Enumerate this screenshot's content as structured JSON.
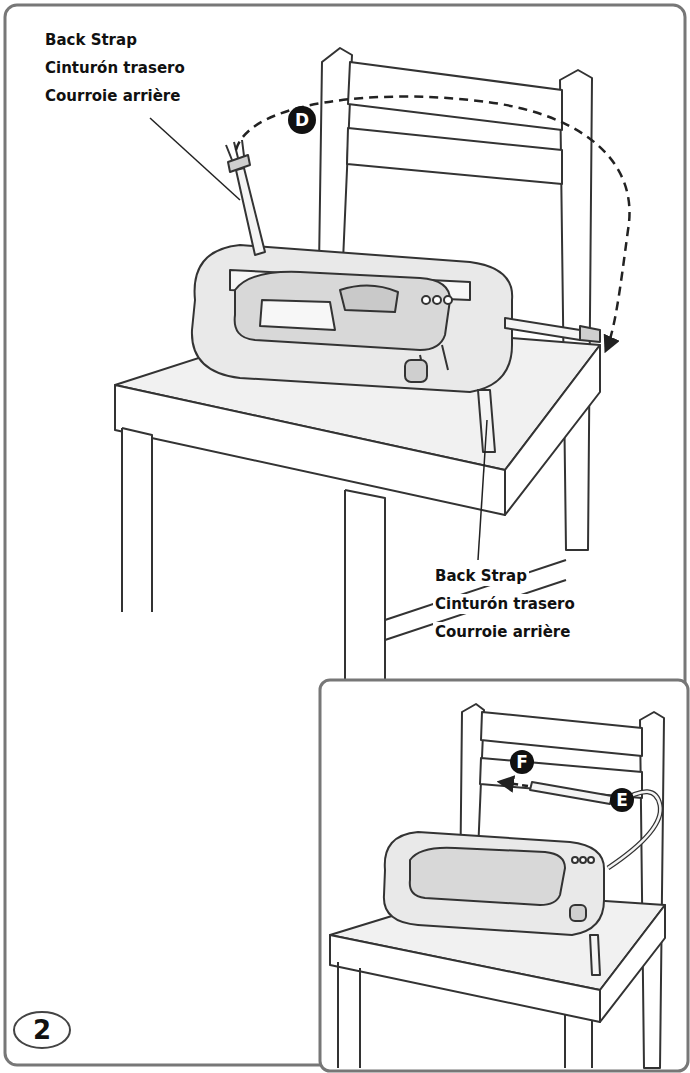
{
  "diagram": {
    "labels": [
      "Back Strap",
      "Cinturón trasero",
      "Courroie arrière",
      "D",
      "Back Strap",
      "Cinturón trasero",
      "Courroie arrière",
      "E",
      "F",
      "2"
    ]
  }
}
